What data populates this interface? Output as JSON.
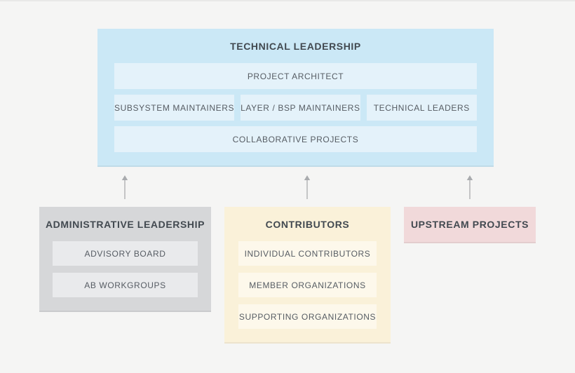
{
  "page": {
    "background": "#f5f5f4",
    "title_color": "#424950",
    "label_color": "#565c63",
    "arrow_color": "#a9abae"
  },
  "technical_leadership": {
    "title": "TECHNICAL LEADERSHIP",
    "panel_color": "#cbe8f6",
    "item_color": "#e4f2fa",
    "project_architect": "PROJECT ARCHITECT",
    "maintainer_row": [
      "SUBSYSTEM MAINTAINERS",
      "LAYER / BSP MAINTAINERS",
      "TECHNICAL LEADERS"
    ],
    "collaborative_projects": "COLLABORATIVE PROJECTS"
  },
  "administrative_leadership": {
    "title": "ADMINISTRATIVE LEADERSHIP",
    "panel_color": "#d6d7d9",
    "item_color": "#e9eaec",
    "items": [
      "ADVISORY BOARD",
      "AB WORKGROUPS"
    ]
  },
  "contributors": {
    "title": "CONTRIBUTORS",
    "panel_color": "#faf1d9",
    "item_color": "#fdf8eb",
    "items": [
      "INDIVIDUAL CONTRIBUTORS",
      "MEMBER ORGANIZATIONS",
      "SUPPORTING ORGANIZATIONS"
    ]
  },
  "upstream_projects": {
    "title": "UPSTREAM PROJECTS",
    "panel_color": "#f1d9da"
  }
}
